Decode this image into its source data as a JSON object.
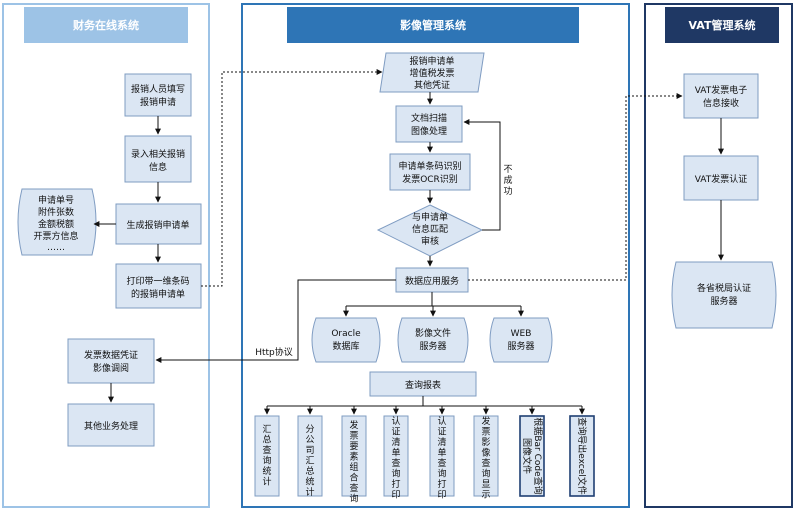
{
  "colors": {
    "header_light": "#9dc3e6",
    "header_mid": "#2e75b6",
    "header_dark": "#1f3864",
    "box_fill": "#dbe6f3",
    "box_border": "#7f9cc2"
  },
  "lanes": {
    "finance": "财务在线系统",
    "image": "影像管理系统",
    "vat": "VAT管理系统"
  },
  "finance": {
    "fill_apply": [
      "报销人员填写",
      "报销申请"
    ],
    "enter_info": [
      "录入相关报销",
      "信息"
    ],
    "generate": "生成报销申请单",
    "print_barcode": [
      "打印带一维条码",
      "的报销申请单"
    ],
    "invoice_view": [
      "发票数据凭证",
      "影像调阅"
    ],
    "other": "其他业务处理",
    "data_store": [
      "申请单号",
      "附件张数",
      "金额税额",
      "开票方信息",
      "……"
    ]
  },
  "image": {
    "input": [
      "报销申请单",
      "增值税发票",
      "其他凭证"
    ],
    "scan": [
      "文档扫描",
      "图像处理"
    ],
    "ocr": [
      "申请单条码识别",
      "发票OCR识别"
    ],
    "match": [
      "与申请单",
      "信息匹配",
      "审核"
    ],
    "fail_label": [
      "不",
      "成",
      "功"
    ],
    "data_service": "数据应用服务",
    "http_label": "Http协议",
    "oracle": [
      "Oracle",
      "数据库"
    ],
    "file_server": [
      "影像文件",
      "服务器"
    ],
    "web_server": [
      "WEB",
      "服务器"
    ],
    "query": "查询报表",
    "reports": [
      "汇总查询统计",
      "分公司汇总统计",
      "发票要素组合查询",
      "认证清单查询打印",
      "认证清单查询打印",
      "发票影像查询显示"
    ],
    "report_barcode": [
      "根据Bar Code查询",
      "图像文件"
    ],
    "report_excel": "查询导出excel文件"
  },
  "vat": {
    "receive": [
      "VAT发票电子",
      "信息接收"
    ],
    "auth": "VAT发票认证",
    "tax_server": [
      "各省税局认证",
      "服务器"
    ]
  }
}
